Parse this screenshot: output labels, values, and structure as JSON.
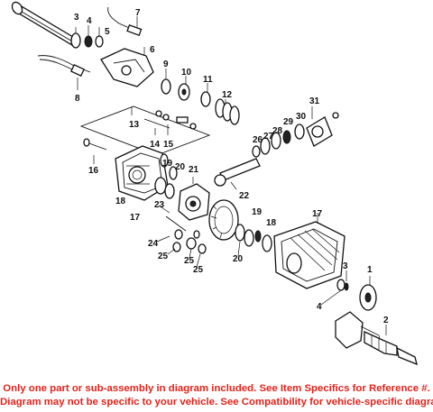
{
  "callouts": [
    "1",
    "2",
    "3",
    "4",
    "5",
    "6",
    "7",
    "8",
    "9",
    "10",
    "11",
    "12",
    "13",
    "14",
    "15",
    "16",
    "17",
    "18",
    "19",
    "20",
    "21",
    "22",
    "23",
    "24",
    "25",
    "26",
    "27",
    "28",
    "29",
    "30",
    "31"
  ],
  "notice": {
    "line1": "Only one part or sub-assembly in diagram included. See Item Specifics for Reference #.",
    "line2": "Diagram may not be specific to your vehicle. See Compatibility for vehicle-specific diagrams."
  },
  "colors": {
    "notice_text": "#e0231b",
    "line_art": "#111111",
    "background": "#ffffff"
  }
}
